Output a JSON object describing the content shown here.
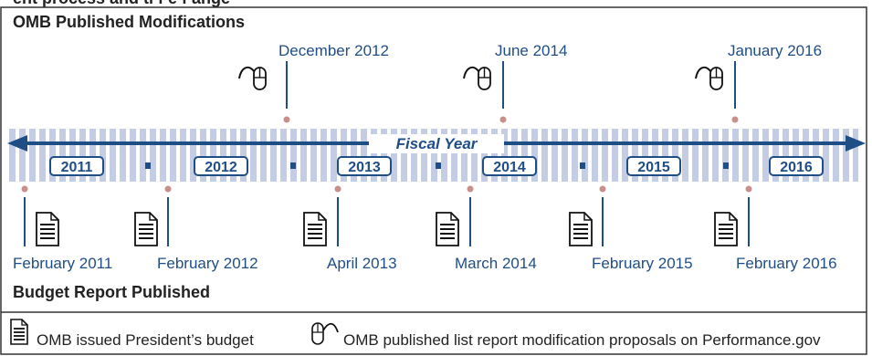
{
  "header_cut": "ent process and ti     f e f     ange",
  "top_section_title": "OMB Published Modifications",
  "bottom_section_title": "Budget Report Published",
  "axis_label": "Fiscal Year",
  "years": [
    "2011",
    "2012",
    "2013",
    "2014",
    "2015",
    "2016"
  ],
  "modifications": [
    {
      "label": "December 2012",
      "icon": "mouse-pointer-icon"
    },
    {
      "label": "June 2014",
      "icon": "mouse-pointer-icon"
    },
    {
      "label": "January 2016",
      "icon": "mouse-pointer-icon"
    }
  ],
  "budget_reports": [
    {
      "label": "February 2011",
      "icon": "document-icon"
    },
    {
      "label": "February 2012",
      "icon": "document-icon"
    },
    {
      "label": "April 2013",
      "icon": "document-icon"
    },
    {
      "label": "March 2014",
      "icon": "document-icon"
    },
    {
      "label": "February 2015",
      "icon": "document-icon"
    },
    {
      "label": "February 2016",
      "icon": "document-icon"
    }
  ],
  "legend": {
    "document_text": "OMB issued President’s budget",
    "mouse_text": "OMB published list report modification proposals on Performance.gov"
  },
  "colors": {
    "accent": "#1f4e86",
    "band": "#c5cde4",
    "band_stripe": "#ffffff",
    "marker_dot": "#c98f8a",
    "frame": "#333333"
  }
}
